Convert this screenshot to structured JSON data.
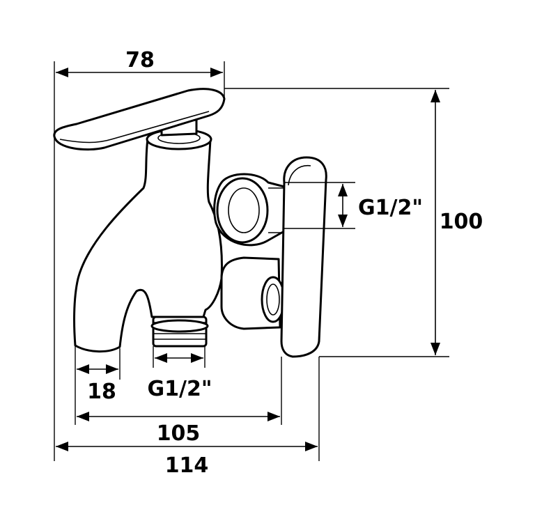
{
  "dimensions": {
    "handle_width": "78",
    "height": "100",
    "side_thread": "G1/2\"",
    "bottom_thread": "G1/2\"",
    "spout_width": "18",
    "depth_105": "105",
    "total_width": "114"
  }
}
